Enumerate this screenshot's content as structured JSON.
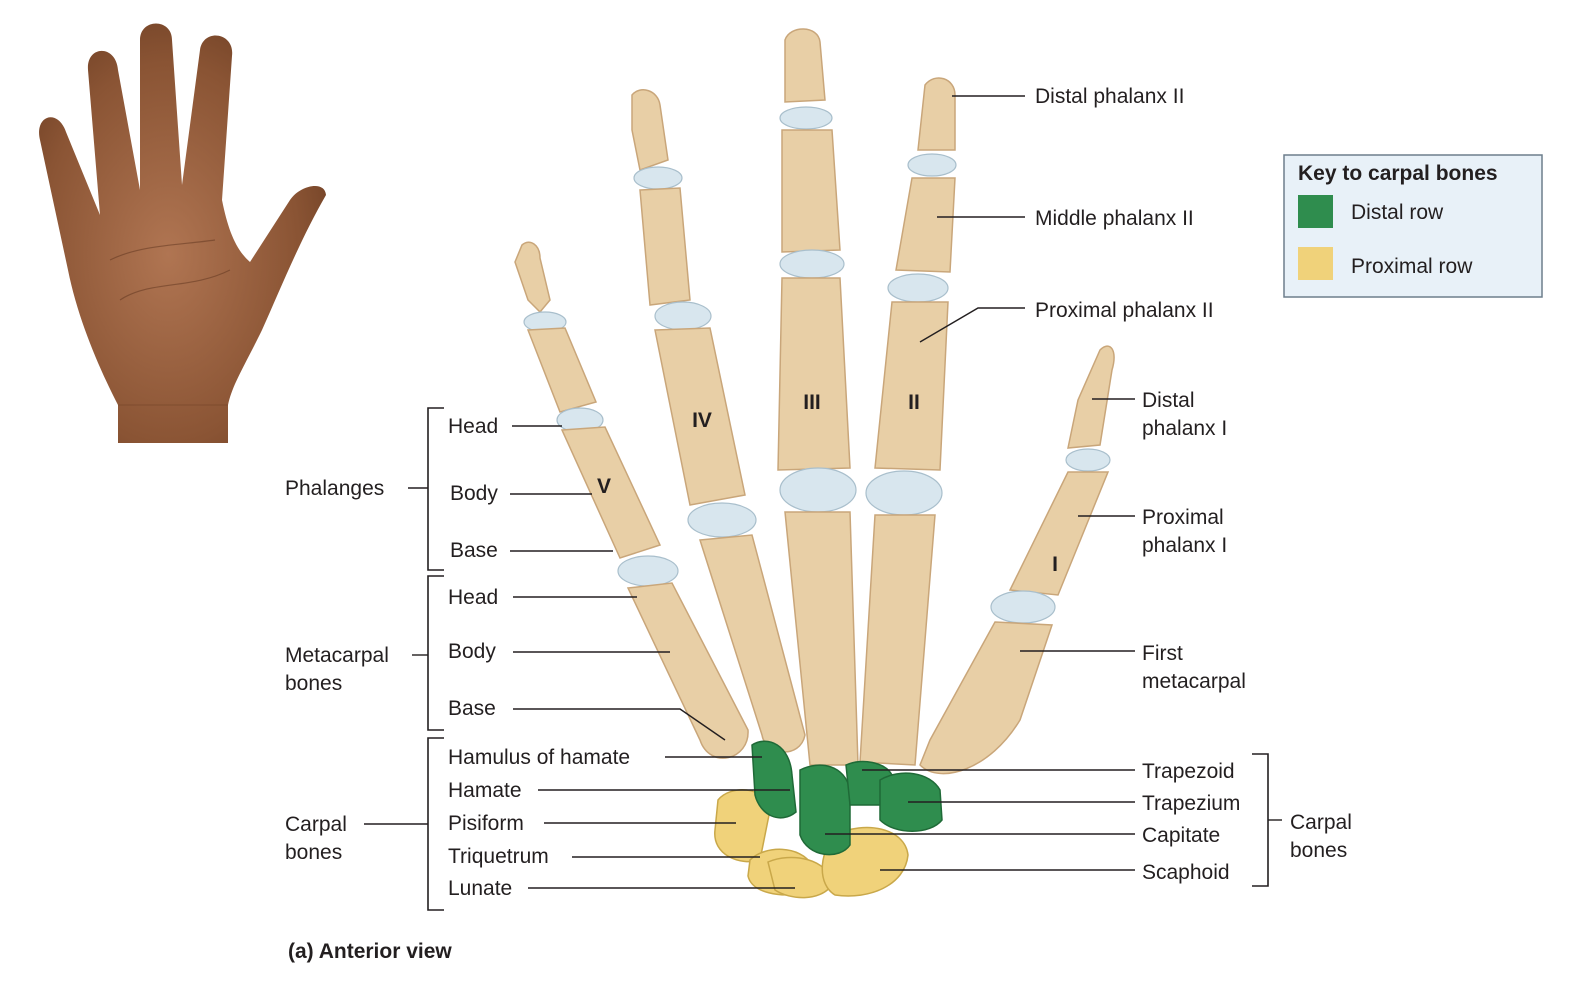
{
  "caption": "(a) Anterior view",
  "key": {
    "title": "Key to carpal bones",
    "items": [
      {
        "label": "Distal row",
        "color": "#2f8d4e"
      },
      {
        "label": "Proximal row",
        "color": "#f0d27a"
      }
    ]
  },
  "digits": {
    "v": "V",
    "iv": "IV",
    "iii": "III",
    "ii": "II",
    "i": "I"
  },
  "groups": {
    "phalanges": "Phalanges",
    "metacarpal_1": "Metacarpal",
    "metacarpal_2": "bones",
    "carpal_left_1": "Carpal",
    "carpal_left_2": "bones",
    "carpal_right_1": "Carpal",
    "carpal_right_2": "bones"
  },
  "left_labels": {
    "phal_head": "Head",
    "phal_body": "Body",
    "phal_base": "Base",
    "meta_head": "Head",
    "meta_body": "Body",
    "meta_base": "Base",
    "hamulus": "Hamulus of hamate",
    "hamate": "Hamate",
    "pisiform": "Pisiform",
    "triquetrum": "Triquetrum",
    "lunate": "Lunate"
  },
  "right_labels": {
    "distal_phalanx_ii": "Distal phalanx II",
    "middle_phalanx_ii": "Middle phalanx II",
    "proximal_phalanx_ii": "Proximal phalanx II",
    "distal_phalanx_i_1": "Distal",
    "distal_phalanx_i_2": "phalanx I",
    "proximal_phalanx_i_1": "Proximal",
    "proximal_phalanx_i_2": "phalanx I",
    "first_metacarpal_1": "First",
    "first_metacarpal_2": "metacarpal",
    "trapezoid": "Trapezoid",
    "trapezium": "Trapezium",
    "capitate": "Capitate",
    "scaphoid": "Scaphoid"
  },
  "colors": {
    "bone": "#e8cfa6",
    "cartilage": "#d8e6ee",
    "skin": "#8a5434",
    "key_background": "#e8f1f8"
  }
}
